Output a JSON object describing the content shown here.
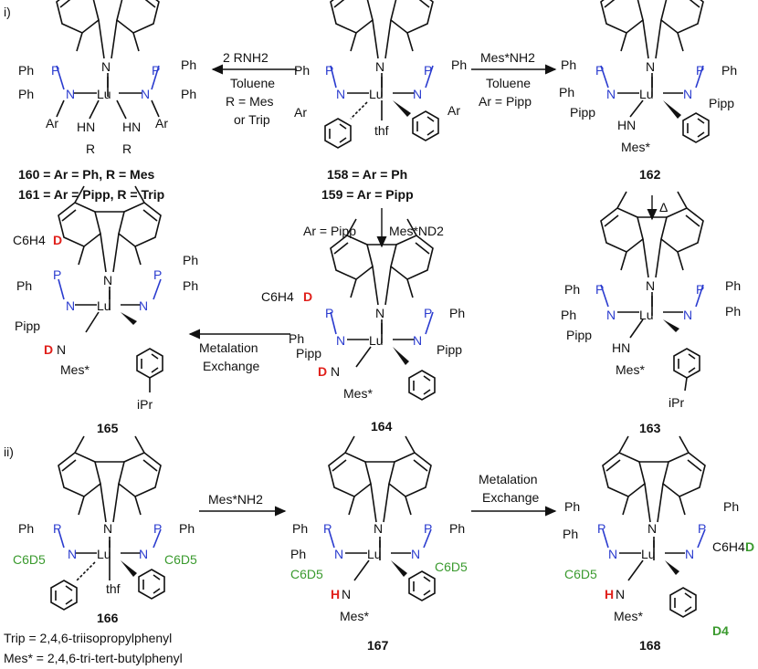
{
  "section_labels": {
    "i": "i)",
    "ii": "ii)"
  },
  "atoms": {
    "P": "P",
    "N": "N",
    "Lu": "Lu",
    "Ph": "Ph",
    "Ar": "Ar",
    "HN": "HN",
    "R": "R",
    "thf": "thf",
    "Pipp": "Pipp",
    "Mes_star": "Mes*",
    "D": "D",
    "H": "H",
    "C6H4": "C6H4",
    "C6D5": "C6D5",
    "D4": "D4",
    "iPr": "iPr"
  },
  "arrows": {
    "a1": {
      "top": "2 RNH2",
      "lines": [
        "Toluene",
        "R = Mes",
        "or Trip"
      ]
    },
    "a2": {
      "top": "Mes*NH2",
      "lines": [
        "Toluene",
        "Ar = Pipp"
      ]
    },
    "a3": {
      "top": "Δ"
    },
    "a4": {
      "left": "Ar = Pipp",
      "right": "Mes*ND2"
    },
    "a5": {
      "lines": [
        "Metalation",
        "Exchange"
      ]
    },
    "a6": {
      "top": "Mes*NH2"
    },
    "a7": {
      "lines": [
        "Metalation",
        "Exchange"
      ]
    }
  },
  "labels": {
    "c160": "160 = Ar = Ph, R = Mes",
    "c161": "161 = Ar = Pipp, R = Trip",
    "c158": "158 = Ar = Ph",
    "c159": "159 = Ar = Pipp",
    "c162": "162",
    "c163": "163",
    "c164": "164",
    "c165": "165",
    "c166": "166",
    "c167": "167",
    "c168": "168"
  },
  "footnotes": {
    "trip": "Trip = 2,4,6-triisopropylphenyl",
    "mes": "Mes* = 2,4,6-tri-tert-butylphenyl"
  }
}
